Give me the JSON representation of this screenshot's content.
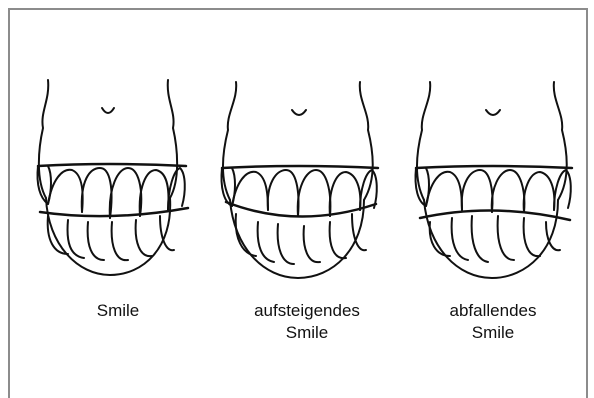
{
  "figures": [
    {
      "label_line1": "Smile",
      "label_line2": ""
    },
    {
      "label_line1": "aufsteigendes",
      "label_line2": "Smile"
    },
    {
      "label_line1": "abfallendes",
      "label_line2": "Smile"
    }
  ],
  "colors": {
    "frame": "#8c8c8c",
    "ink": "#111111"
  }
}
